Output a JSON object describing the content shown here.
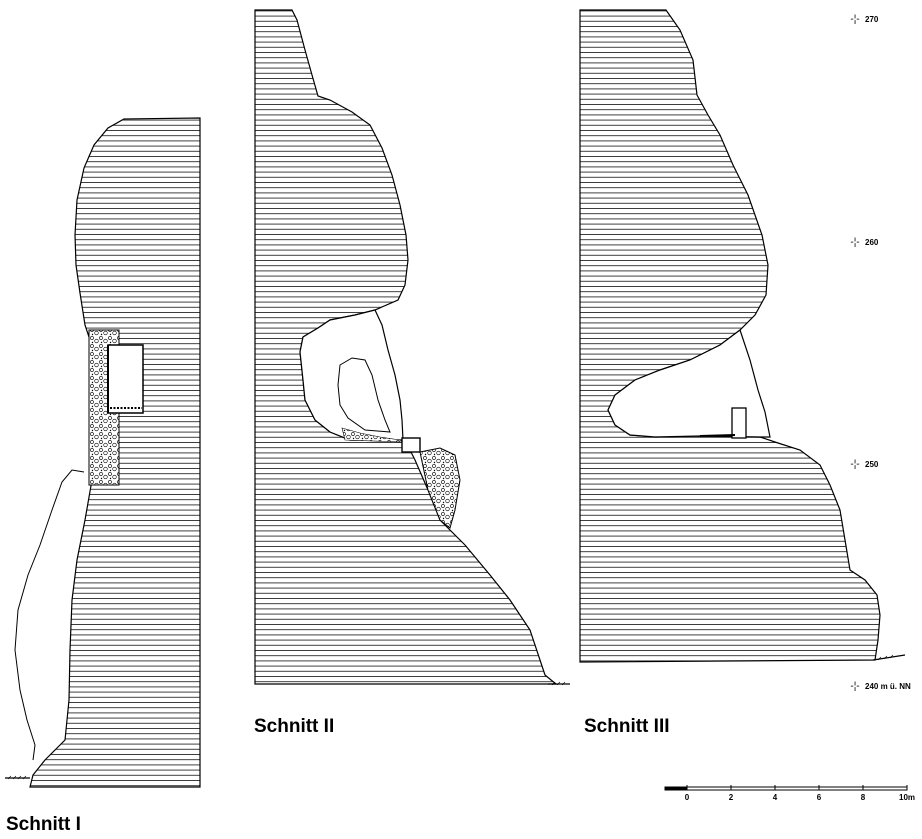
{
  "titles": {
    "section_1": "Schnitt I",
    "section_2": "Schnitt II",
    "section_3": "Schnitt III"
  },
  "elevations": [
    {
      "label": "270",
      "value": 270
    },
    {
      "label": "260",
      "value": 260
    },
    {
      "label": "250",
      "value": 250
    },
    {
      "label": "240 m ü. NN",
      "value": 240
    }
  ],
  "scale_bar": {
    "ticks": [
      "0",
      "2",
      "4",
      "6",
      "8",
      "10m"
    ],
    "values": [
      0,
      2,
      4,
      6,
      8,
      10
    ]
  }
}
